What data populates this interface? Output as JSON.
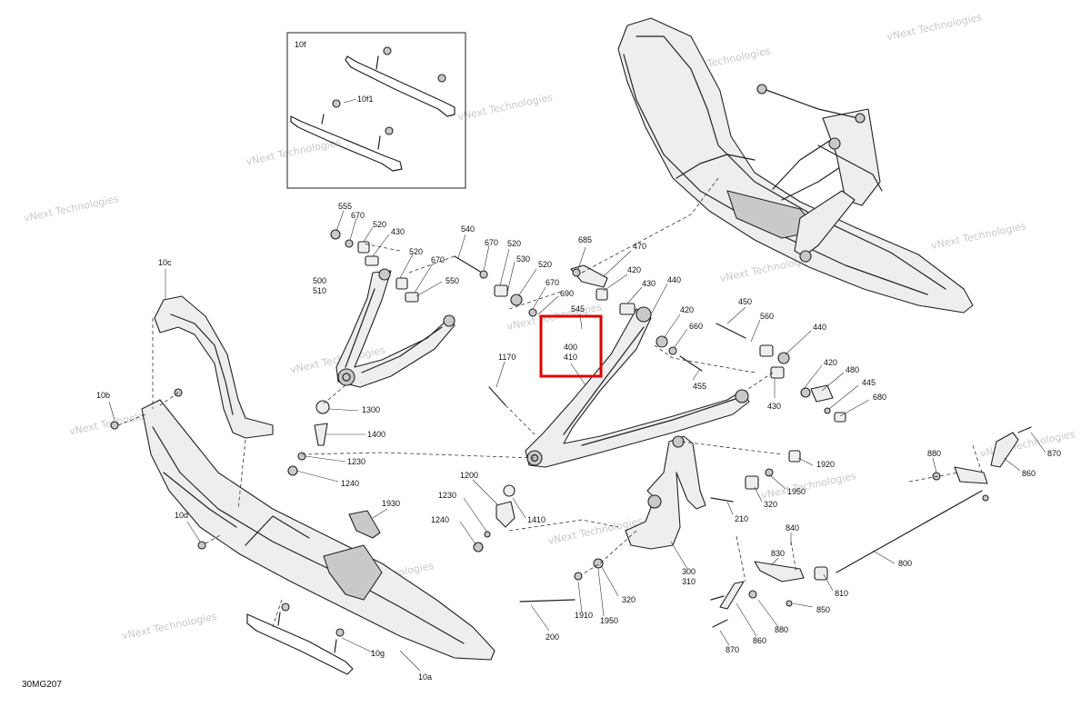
{
  "figure_id": "30MG207",
  "watermark": "vNext Technologies",
  "highlight_color": "#e00000",
  "callouts": {
    "c10f": "10f",
    "c10f1": "10f1",
    "c10c": "10c",
    "c10b": "10b",
    "c10d": "10d",
    "c10g": "10g",
    "c10a": "10a",
    "c555": "555",
    "c670a": "670",
    "c520a": "520",
    "c430a": "430",
    "c520b": "520",
    "c670b": "670",
    "c500": "500",
    "c510": "510",
    "c550": "550",
    "c540": "540",
    "c670c": "670",
    "c520c": "520",
    "c530": "530",
    "c520d": "520",
    "c670d": "670",
    "c690": "690",
    "c685": "685",
    "c470": "470",
    "c420a": "420",
    "c430b": "430",
    "c440a": "440",
    "c420b": "420",
    "c660": "660",
    "c455": "455",
    "c545": "545",
    "c400": "400",
    "c410": "410",
    "c1170": "1170",
    "c450": "450",
    "c560": "560",
    "c440b": "440",
    "c420c": "420",
    "c480": "480",
    "c445": "445",
    "c680": "680",
    "c430c": "430",
    "c1300": "1300",
    "c1400": "1400",
    "c1230a": "1230",
    "c1240a": "1240",
    "c1200": "1200",
    "c1230b": "1230",
    "c1240b": "1240",
    "c1410": "1410",
    "c1930": "1930",
    "c1920": "1920",
    "c1950a": "1950",
    "c320a": "320",
    "c210": "210",
    "c300": "300",
    "c310": "310",
    "c1910": "1910",
    "c1950b": "1950",
    "c320b": "320",
    "c200": "200",
    "c880a": "880",
    "c870a": "870",
    "c860a": "860",
    "c800": "800",
    "c840": "840",
    "c830": "830",
    "c810": "810",
    "c850": "850",
    "c880b": "880",
    "c860b": "860",
    "c870b": "870"
  }
}
